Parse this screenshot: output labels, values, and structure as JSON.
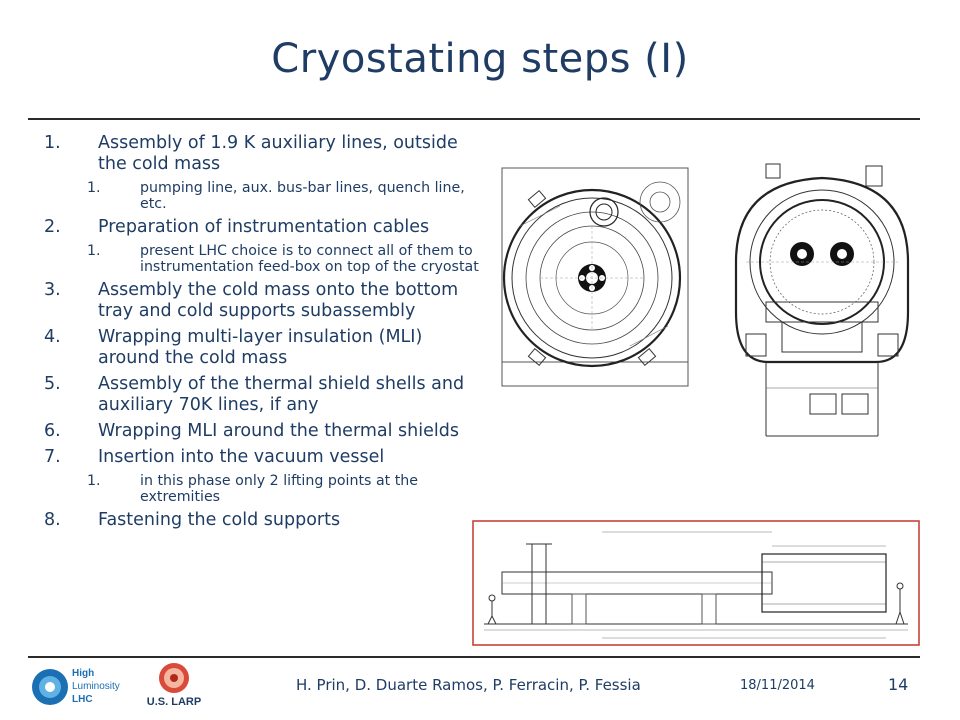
{
  "slide": {
    "title": "Cryostating steps (I)",
    "items": [
      {
        "num": "1.",
        "text": "Assembly of 1.9 K auxiliary lines, outside the cold mass",
        "subs": [
          {
            "num": "1.",
            "text": "pumping line, aux. bus-bar lines, quench line, etc."
          }
        ]
      },
      {
        "num": "2.",
        "text": "Preparation of instrumentation cables",
        "subs": [
          {
            "num": "1.",
            "text": "present LHC choice is to connect all of them to instrumentation feed-box on top of the cryostat"
          }
        ]
      },
      {
        "num": "3.",
        "text": "Assembly the cold mass onto the bottom tray and cold supports subassembly",
        "subs": []
      },
      {
        "num": "4.",
        "text": "Wrapping multi-layer insulation (MLI) around the cold mass",
        "subs": []
      },
      {
        "num": "5.",
        "text": "Assembly of the thermal shield shells and auxiliary 70K lines, if any",
        "subs": []
      },
      {
        "num": "6.",
        "text": "Wrapping MLI around the thermal shields",
        "subs": []
      },
      {
        "num": "7.",
        "text": "Insertion into the vacuum vessel",
        "subs": [
          {
            "num": "1.",
            "text": "in this phase only 2 lifting points at the extremities"
          }
        ]
      },
      {
        "num": "8.",
        "text": "Fastening the cold supports",
        "subs": []
      }
    ]
  },
  "footer": {
    "authors": "H. Prin, D. Duarte Ramos, P. Ferracin, P. Fessia",
    "date": "18/11/2014",
    "page": "14",
    "logo_hl_line1": "High",
    "logo_hl_line2": "Luminosity",
    "logo_hl_line3": "LHC",
    "logo_larp": "U.S. LARP"
  },
  "colors": {
    "title": "#1f3d64",
    "text": "#1f3d64",
    "frame": "#c0392b"
  },
  "icons": {
    "left_drawing": "cryostat-cross-section-drawing",
    "right_drawing": "cryostat-assembly-cross-section-drawing",
    "bottom_drawing": "vacuum-vessel-insertion-drawing",
    "logo_hl": "hl-lhc-logo",
    "logo_larp": "us-larp-logo"
  }
}
